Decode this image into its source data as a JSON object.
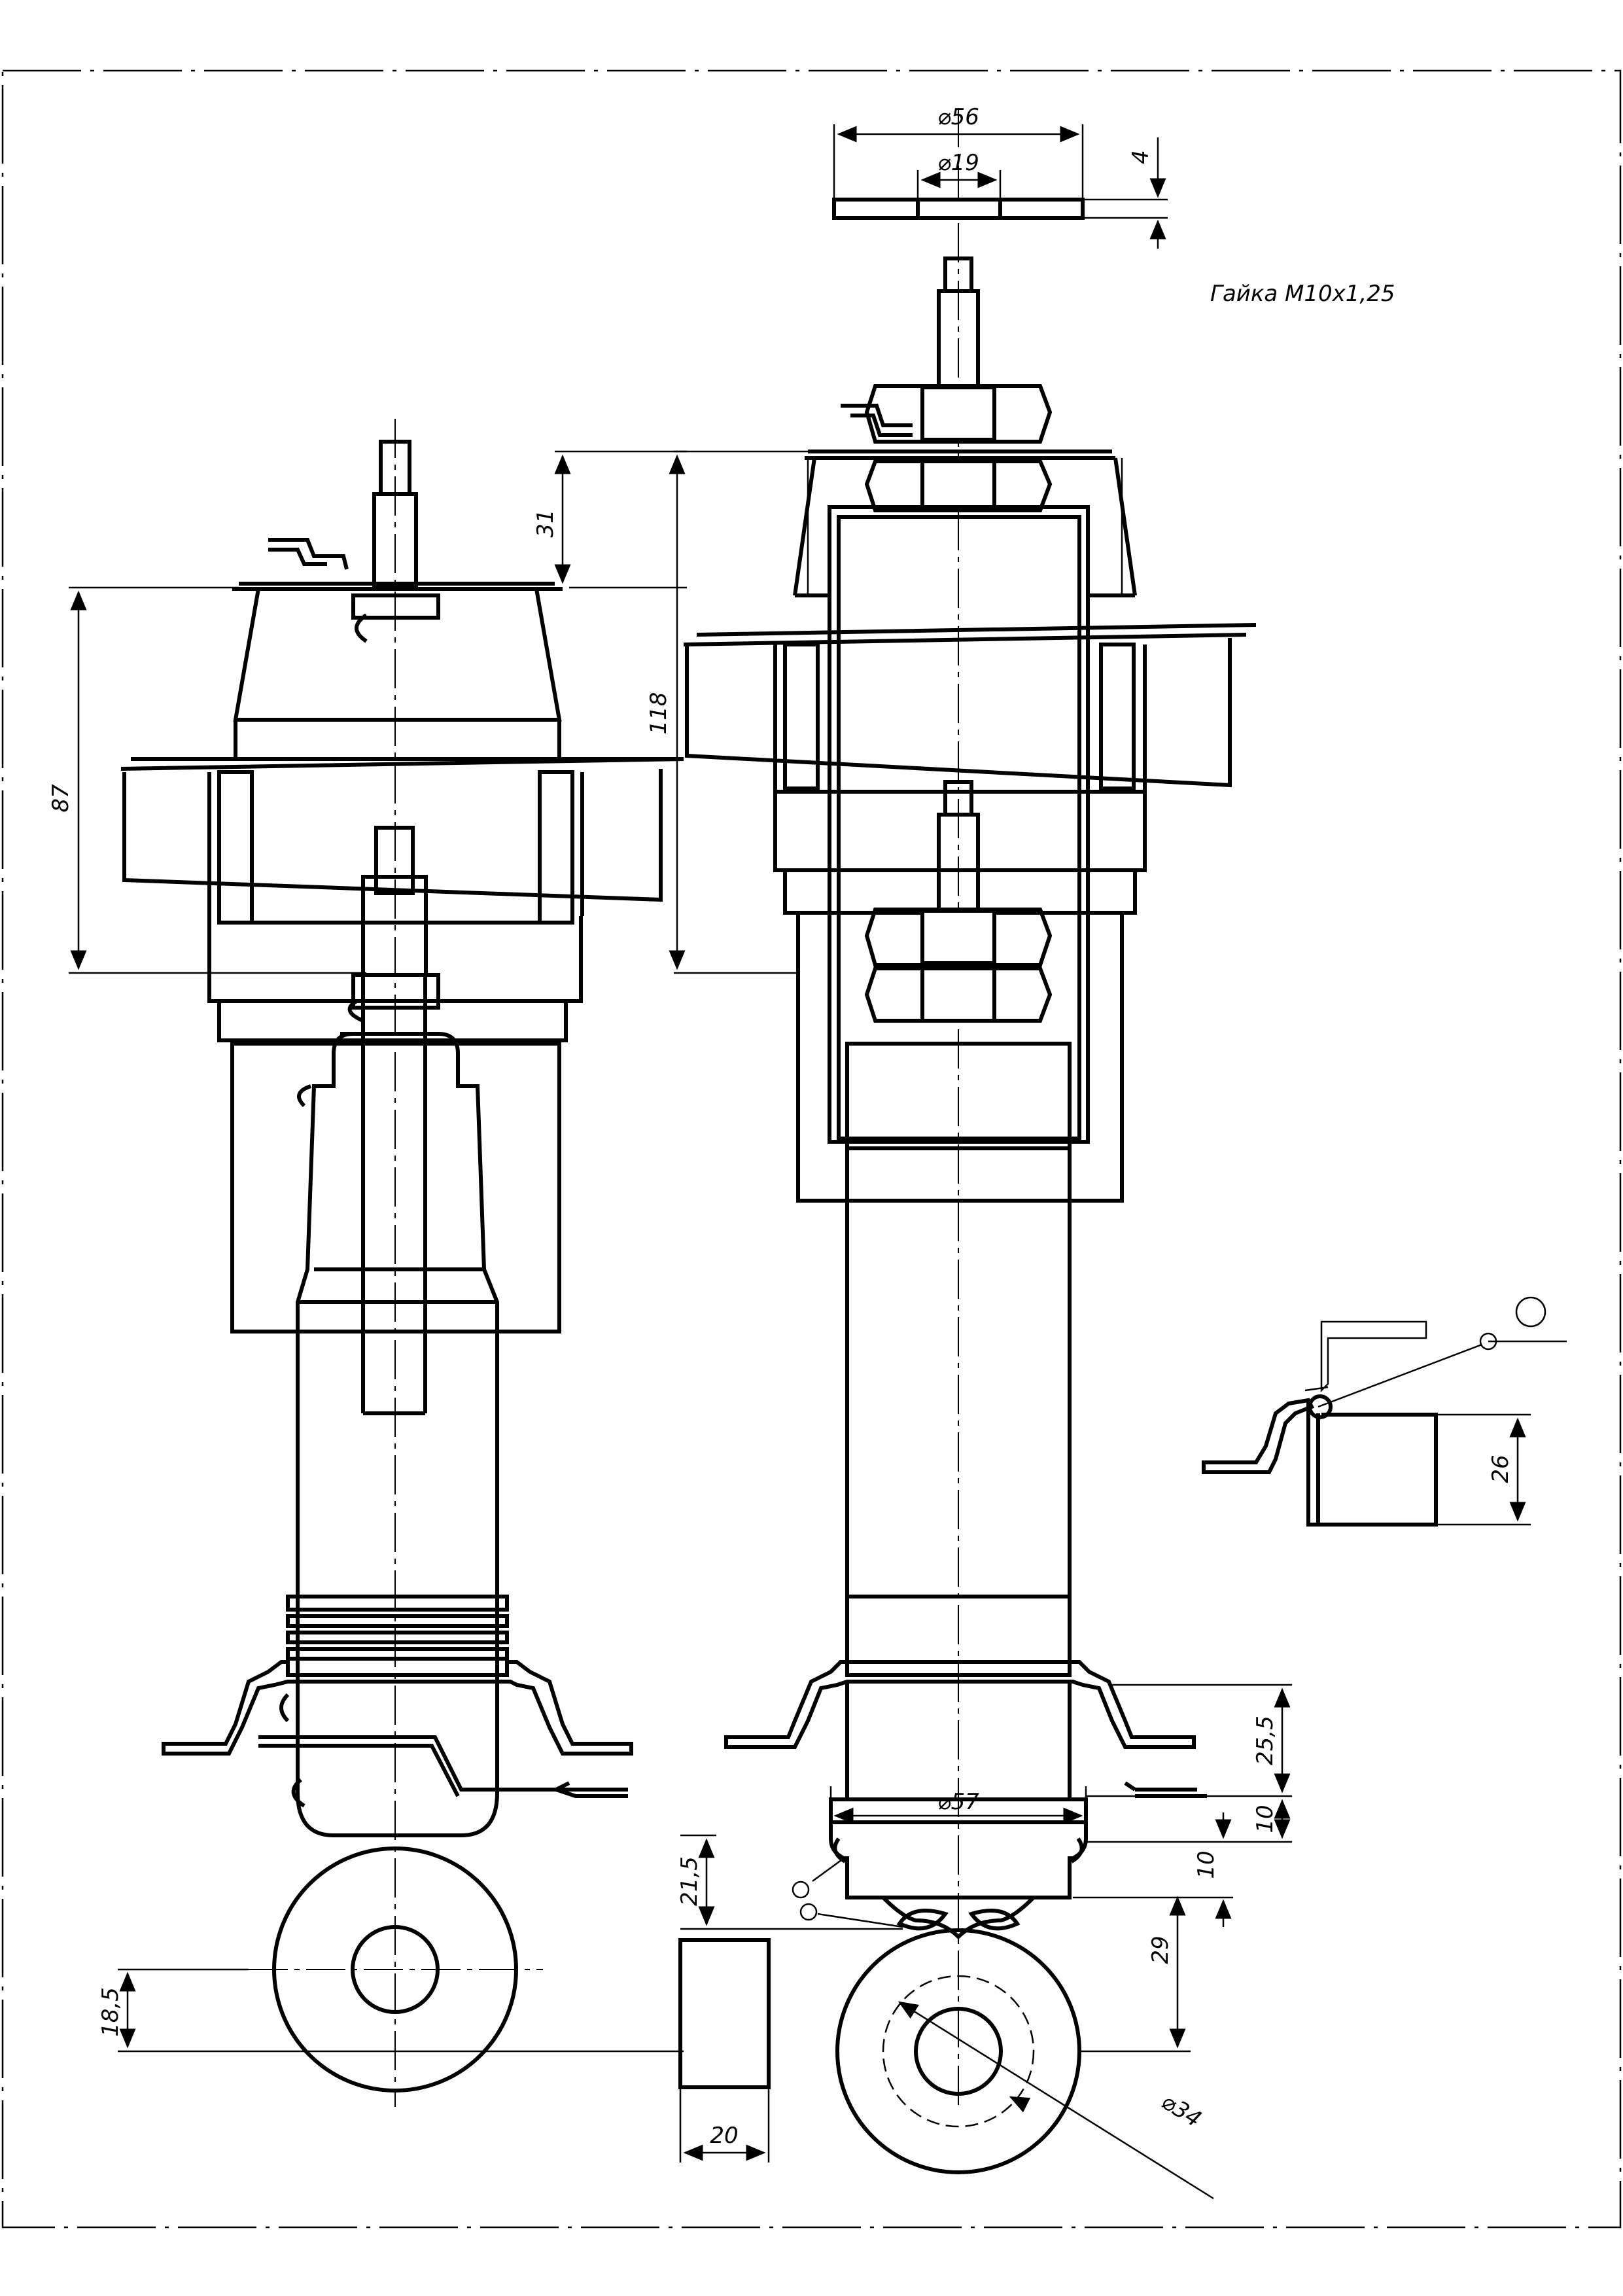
{
  "note": {
    "nut_label": "Гайка М10х1,25"
  },
  "dimensions": {
    "washer_outer_dia": "⌀56",
    "washer_inner_dia": "⌀19",
    "washer_thickness": "4",
    "left_top_height": "31",
    "left_body_height": "87",
    "right_body_height": "118",
    "detail_height": "26",
    "bracket_height": "25,5",
    "lower_ring_dia": "⌀57",
    "step_a": "10",
    "step_b": "10",
    "eye_offset": "21,5",
    "eye_height": "29",
    "left_eye_height": "18,5",
    "bushing_width": "20",
    "eye_dia": "⌀34"
  }
}
